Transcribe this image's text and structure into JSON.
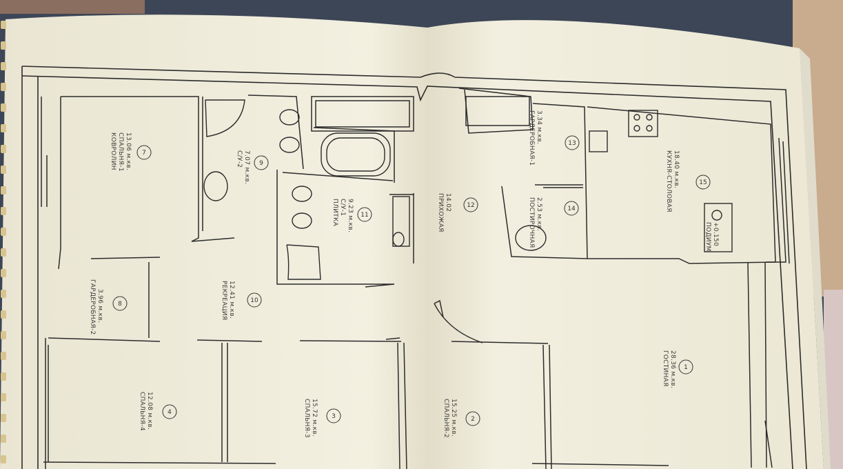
{
  "rooms": [
    {
      "num": "1",
      "area": "28.36 м.кв.",
      "name": "ГОСТИНАЯ"
    },
    {
      "num": "2",
      "area": "15.25 м.кв.",
      "name": "СПАЛЬНЯ-2"
    },
    {
      "num": "3",
      "area": "15.72 м.кв.",
      "name": "СПАЛЬНЯ-3"
    },
    {
      "num": "4",
      "area": "12.08 м.кв.",
      "name": "СПАЛЬНЯ-4"
    },
    {
      "num": "7",
      "area": "13.06 м.кв.",
      "name": "СПАЛЬНЯ-1",
      "extra": "КОВРОЛИН"
    },
    {
      "num": "8",
      "area": "3.96 м.кв.",
      "name": "ГАРДЕРОБНАЯ-2"
    },
    {
      "num": "9",
      "area": "7.07 м.кв.",
      "name": "С/У-2"
    },
    {
      "num": "10",
      "area": "12.41 м.кв.",
      "name": "РЕКРЕАЦИЯ"
    },
    {
      "num": "11",
      "area": "9.23 м.кв.",
      "name": "С/У-1",
      "extra": "ПЛИТКА"
    },
    {
      "num": "12",
      "area": "14.02",
      "name": "ПРИХОЖАЯ"
    },
    {
      "num": "13",
      "area": "3.34 м.кв.",
      "name": "ГАРДЕРОБНАЯ-1"
    },
    {
      "num": "14",
      "area": "2.53 м.кв.",
      "name": "ПОСТИРОЧНАЯ"
    },
    {
      "num": "15",
      "area": "18.40 м.кв.",
      "name": "КУХНЯ-СТОЛОВАЯ"
    }
  ],
  "podium": {
    "level": "+0.150",
    "label": "ПОДИУМ"
  },
  "colors": {
    "paper": "#f1eedf",
    "line": "#2b2b2b",
    "table": "#3d4656",
    "floor": "#c9ab8e"
  }
}
